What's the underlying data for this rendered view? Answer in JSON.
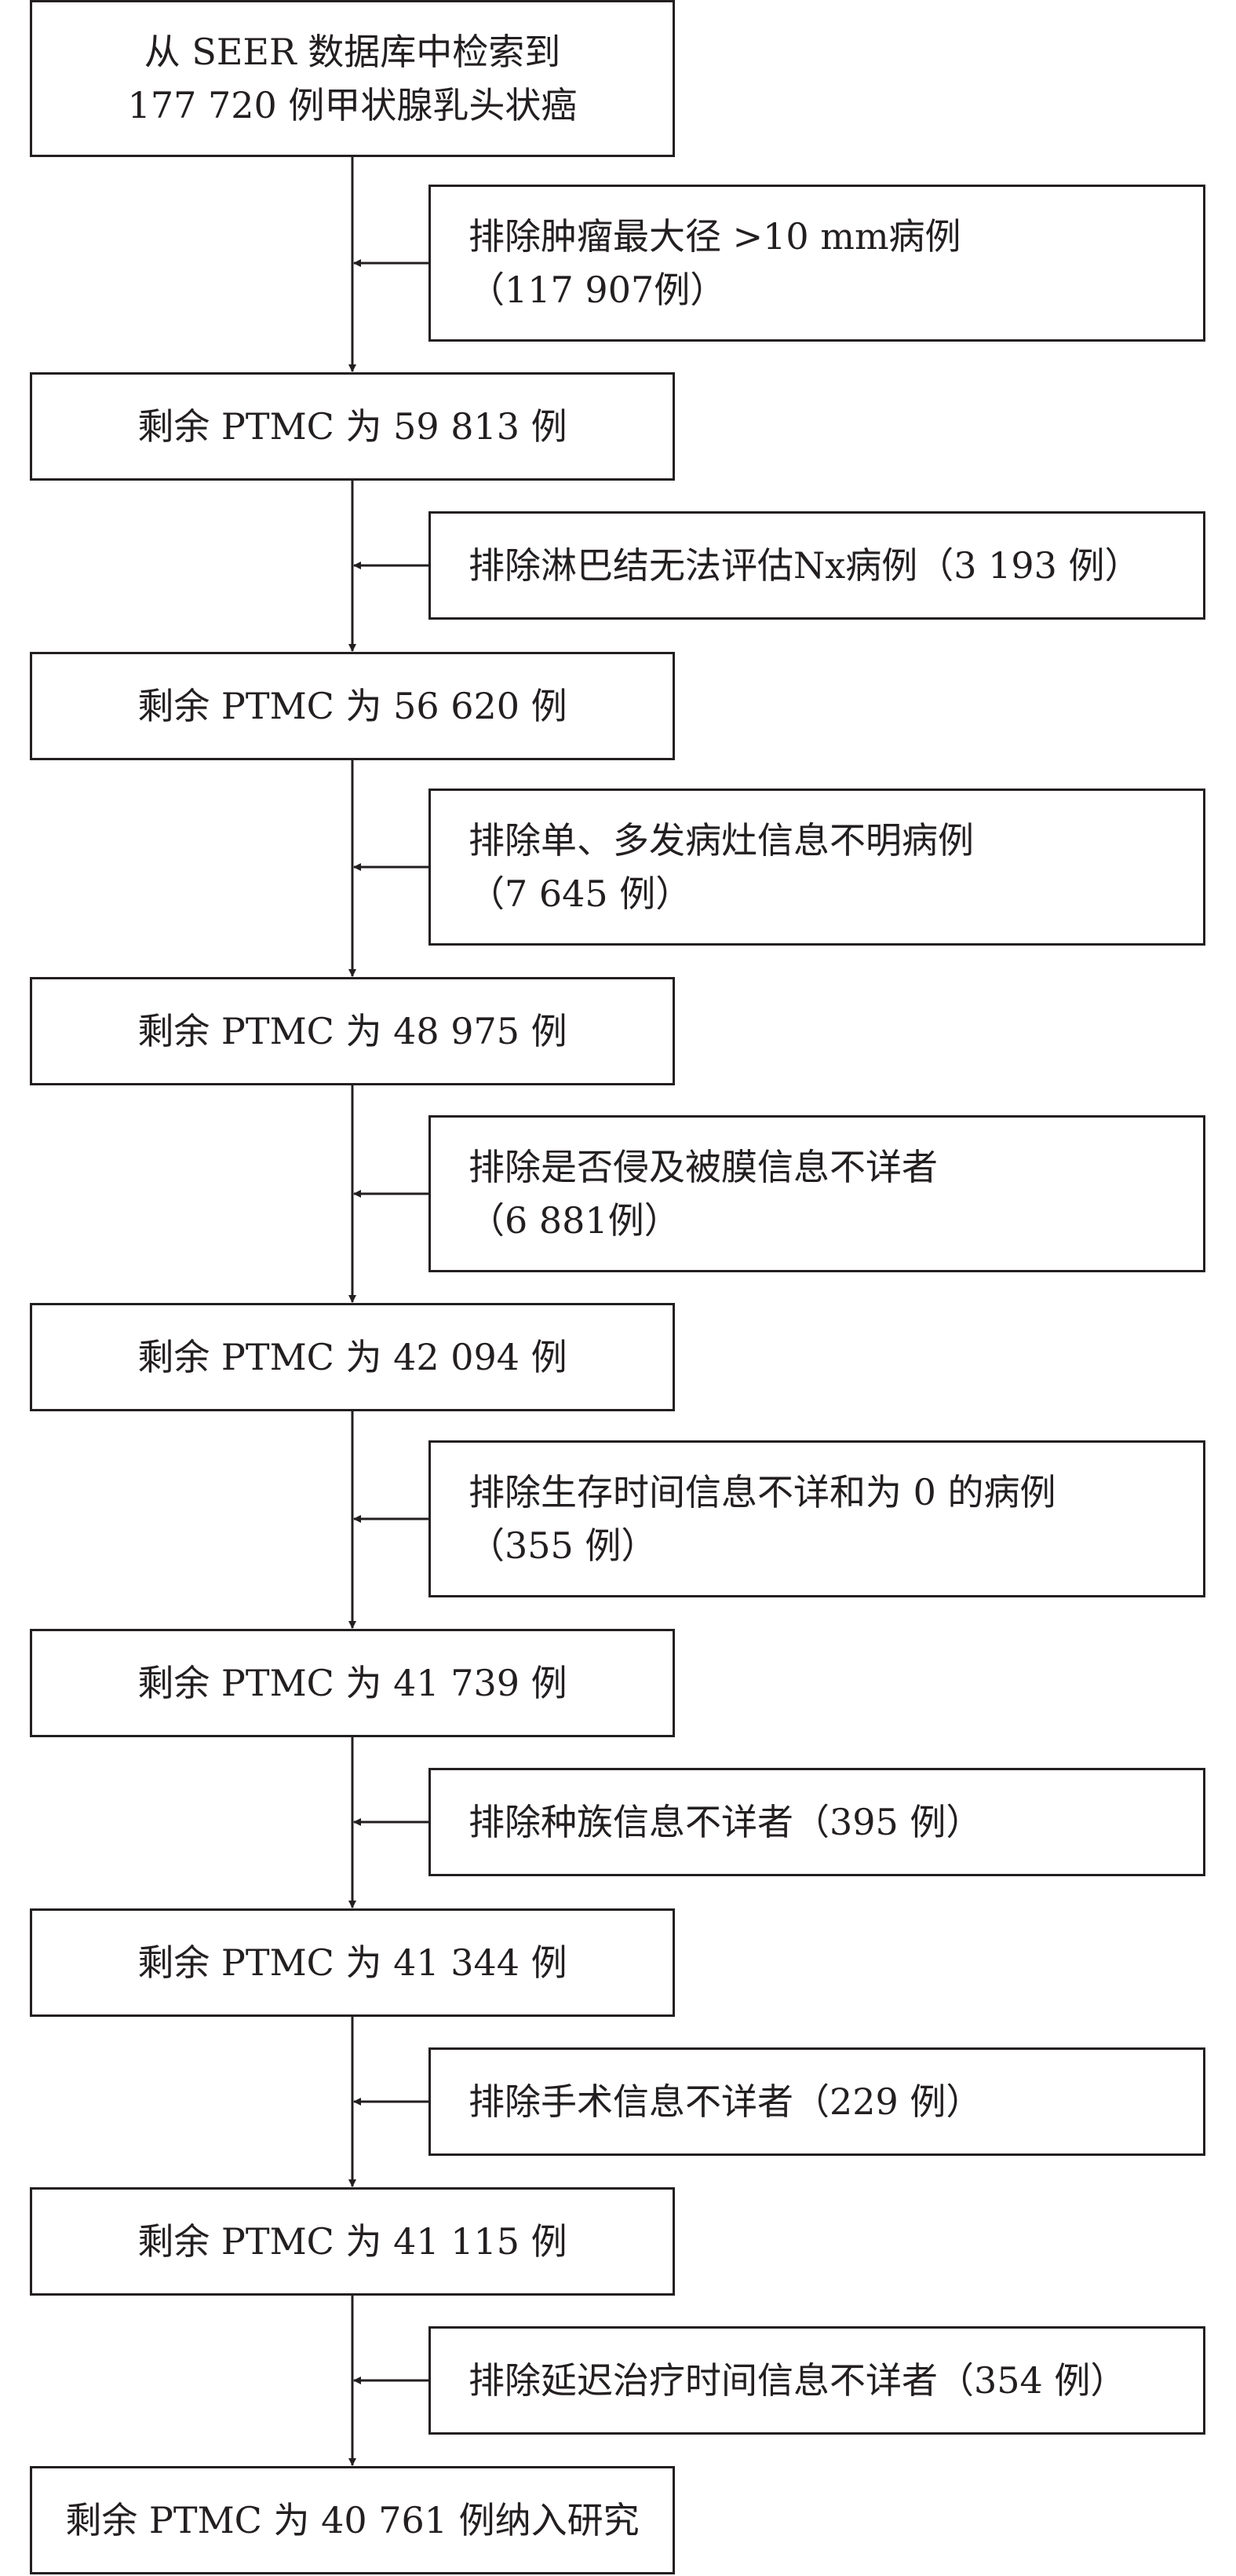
{
  "flowchart": {
    "start": {
      "lines": [
        "从 SEER 数据库中检索到",
        "177 720 例甲状腺乳头状癌"
      ]
    },
    "remaining": [
      "剩余 PTMC 为 59 813 例",
      "剩余 PTMC 为 56 620 例",
      "剩余 PTMC 为 48 975 例",
      "剩余 PTMC 为 42 094 例",
      "剩余 PTMC 为 41 739 例",
      "剩余 PTMC 为 41 344 例",
      "剩余 PTMC 为 41 115 例",
      "剩余 PTMC 为 40 761 例纳入研究"
    ],
    "exclusions": [
      {
        "line1": "排除肿瘤最大径 >10 mm病例",
        "line2": "（117 907例）"
      },
      {
        "line1": "排除淋巴结无法评估Nx病例（3 193 例）",
        "line2": ""
      },
      {
        "line1": "排除单、多发病灶信息不明病例",
        "line2": "（7 645 例）"
      },
      {
        "line1": "排除是否侵及被膜信息不详者",
        "line2": "（6 881例）"
      },
      {
        "line1": "排除生存时间信息不详和为 0 的病例",
        "line2": "（355 例）"
      },
      {
        "line1": "排除种族信息不详者（395 例）",
        "line2": ""
      },
      {
        "line1": "排除手术信息不详者（229 例）",
        "line2": ""
      },
      {
        "line1": "排除延迟治疗时间信息不详者（354 例）",
        "line2": ""
      }
    ]
  },
  "colors": {
    "line": "#231f20",
    "box_border": "#231f20",
    "background": "#ffffff"
  }
}
